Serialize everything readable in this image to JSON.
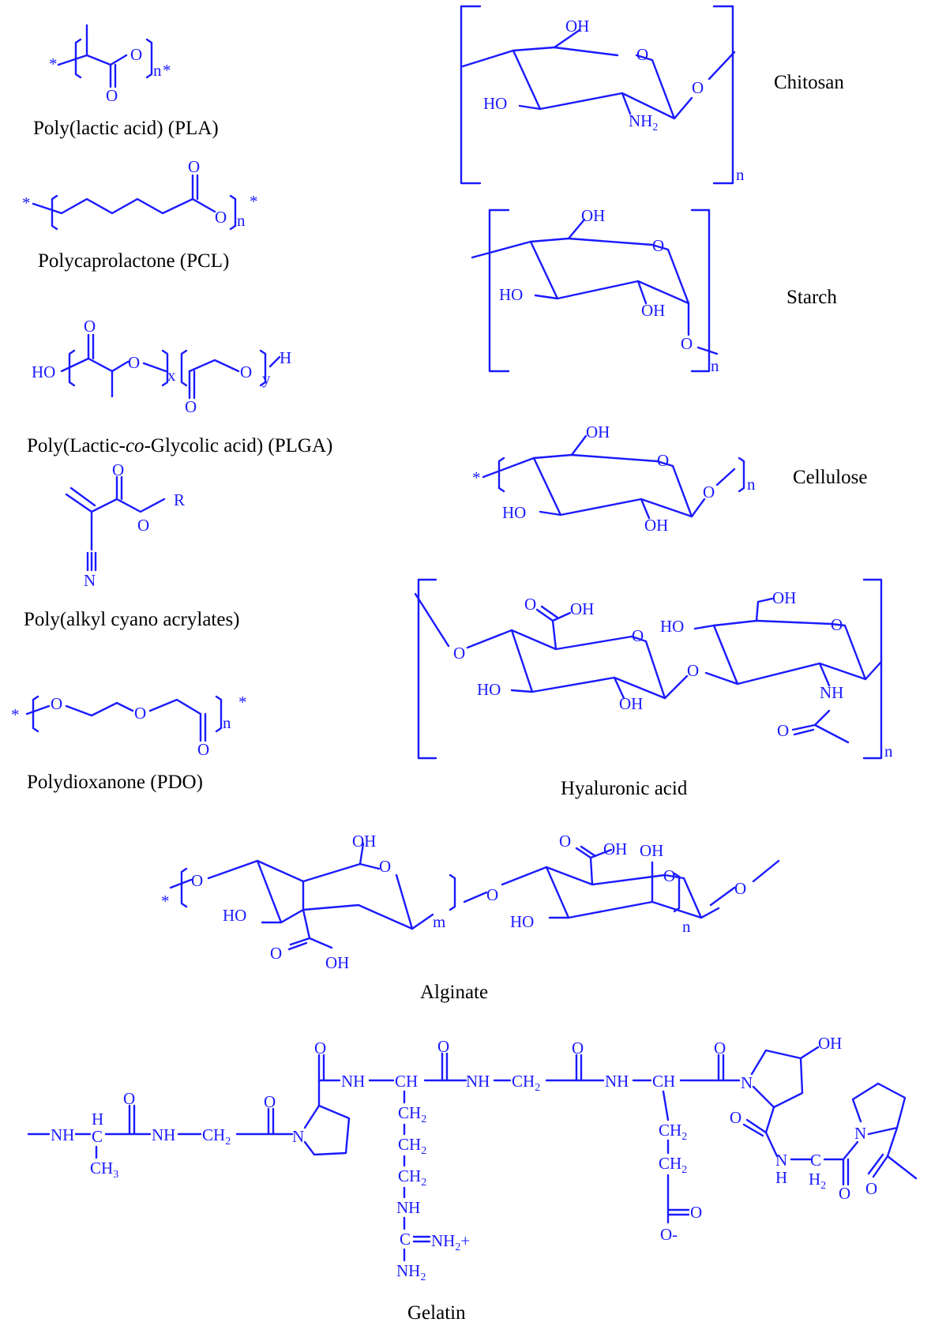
{
  "labels": {
    "pla": "Poly(lactic acid) (PLA)",
    "pcl": "Polycaprolactone (PCL)",
    "plga_prefix": "Poly(Lactic-",
    "plga_co": "co",
    "plga_suffix": "-Glycolic acid) (PLGA)",
    "pac": "Poly(alkyl cyano acrylates)",
    "pdo": "Polydioxanone (PDO)",
    "chitosan": "Chitosan",
    "starch": "Starch",
    "cellulose": "Cellulose",
    "hyaluronic": "Hyaluronic acid",
    "alginate": "Alginate",
    "gelatin": "Gelatin"
  },
  "atoms": {
    "O": "O",
    "OH": "OH",
    "HO": "HO",
    "NH": "NH",
    "NH2": "NH",
    "N": "N",
    "H": "H",
    "R": "R",
    "star": "*",
    "n": "n",
    "m": "m",
    "x": "x",
    "y": "y",
    "CH": "CH",
    "CH2": "CH",
    "CH3": "CH",
    "C": "C",
    "Ominus": "O-",
    "two": "2",
    "three": "3",
    "plus": "+"
  },
  "colors": {
    "structure": "#1a1aff",
    "label": "#000000"
  }
}
